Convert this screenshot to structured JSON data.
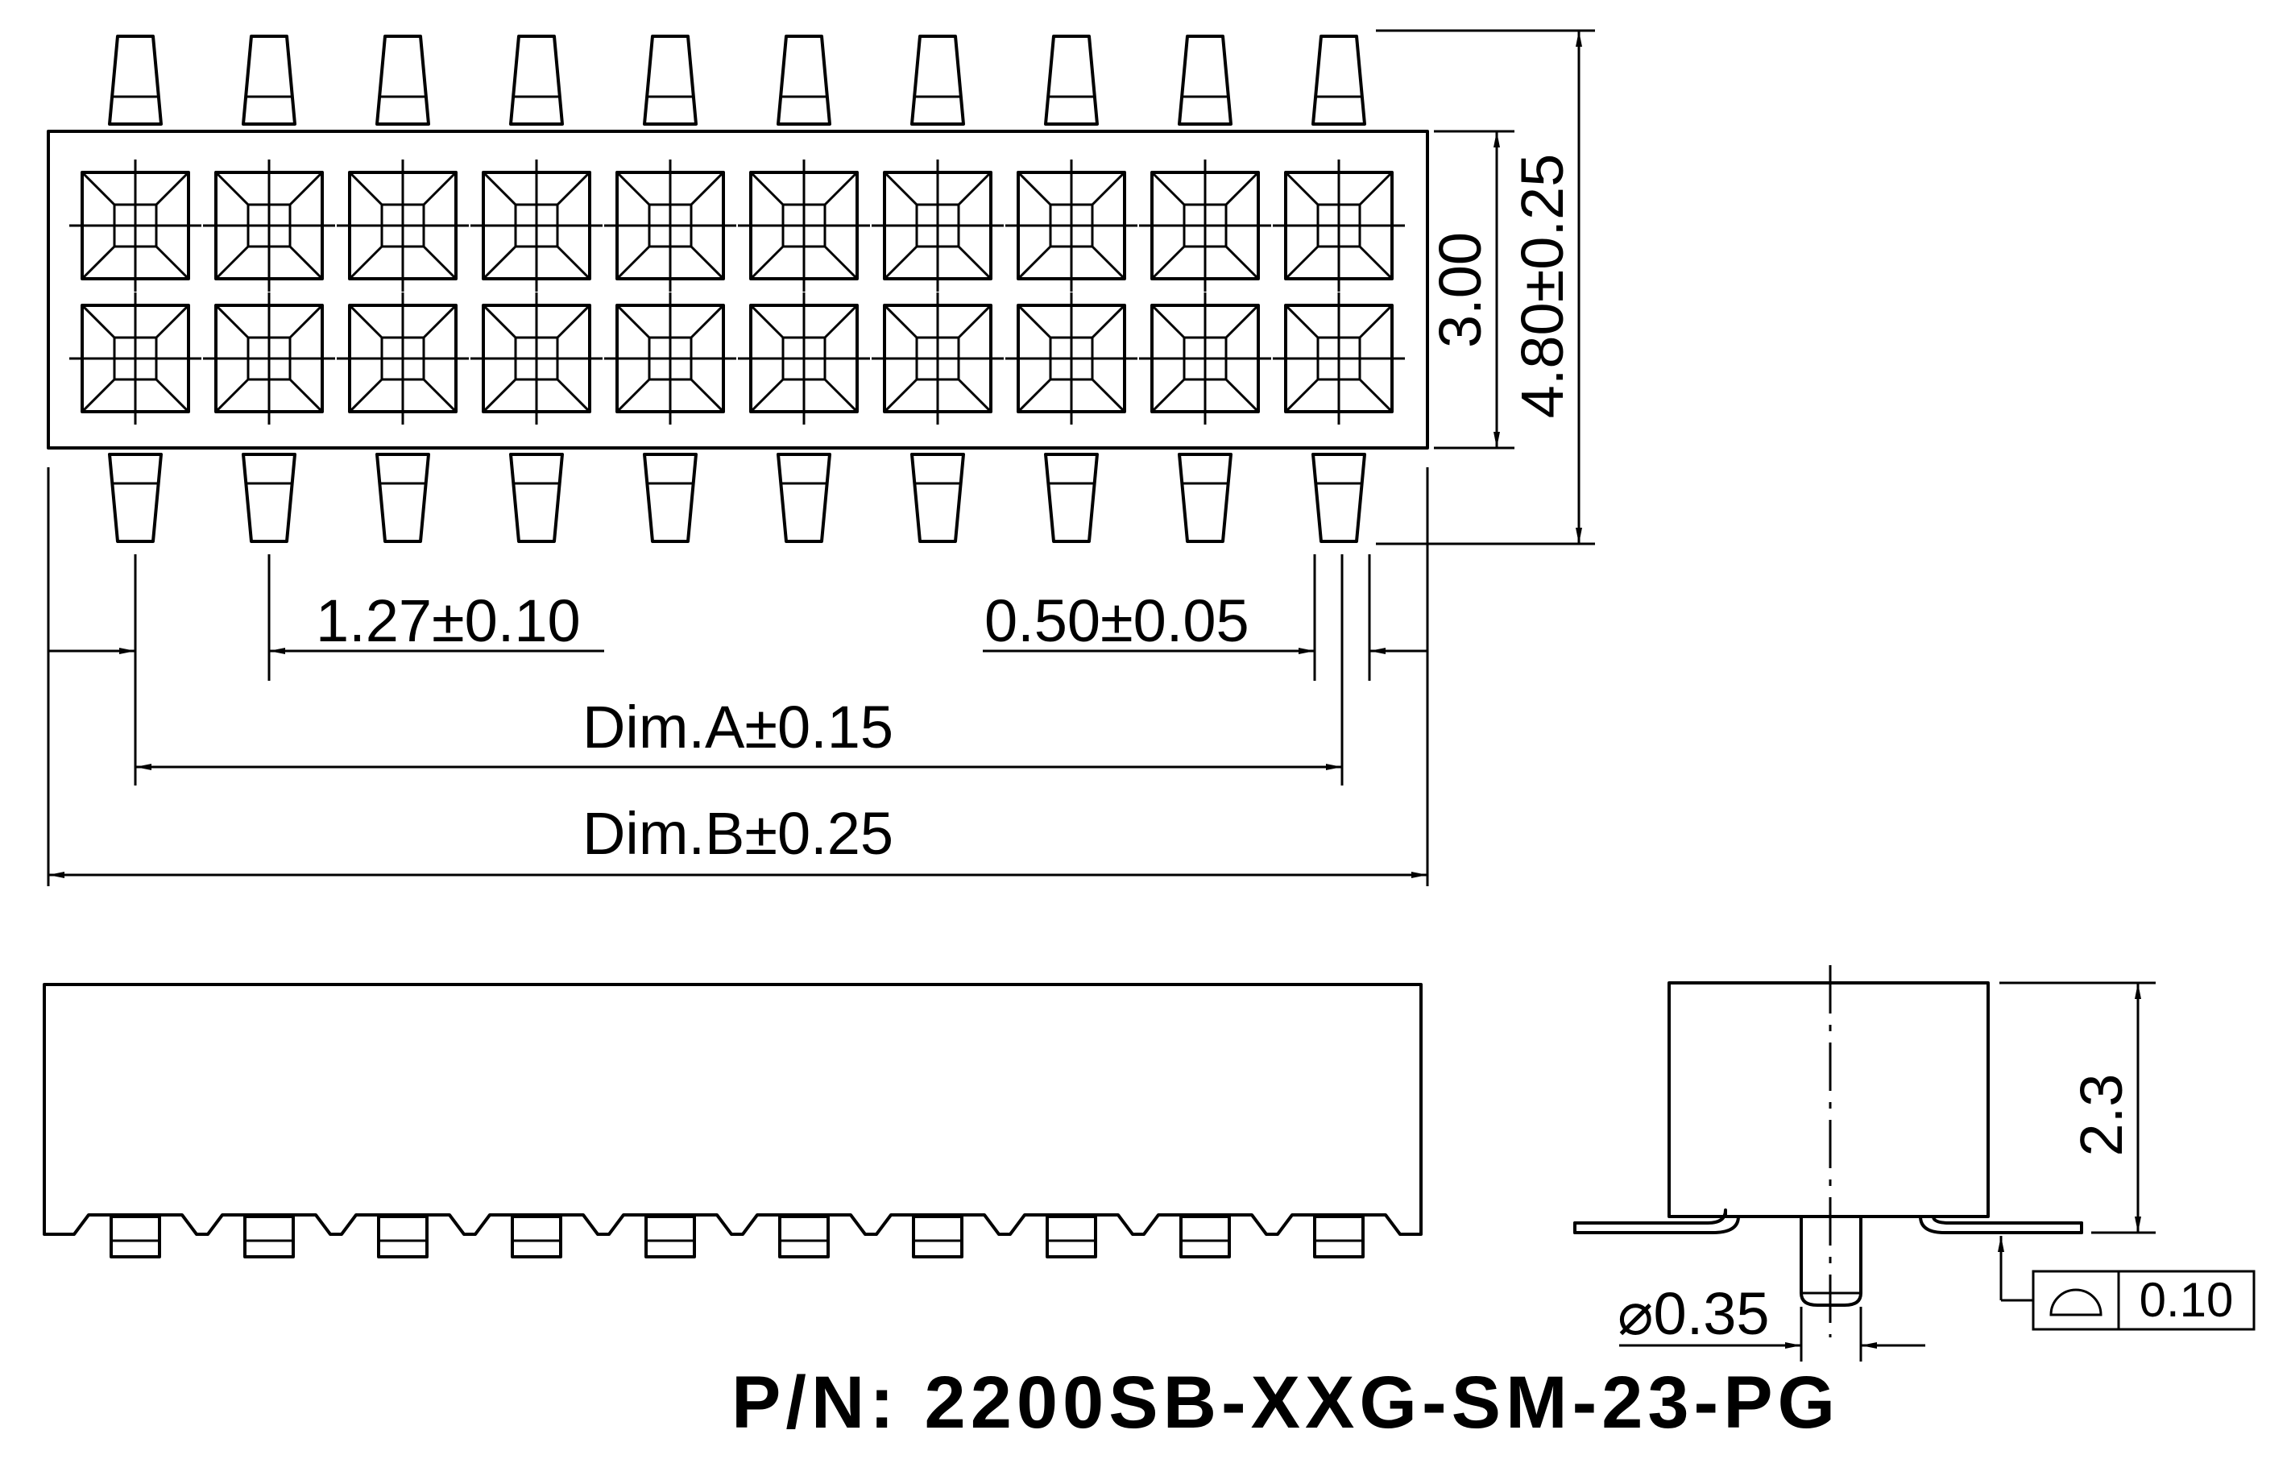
{
  "part_number": "P/N: 2200SB-XXG-SM-23-PG",
  "dimensions": {
    "pitch": "1.27±0.10",
    "pin_width": "0.50±0.05",
    "dim_a": "Dim.A±0.15",
    "dim_b": "Dim.B±0.25",
    "row_spacing": "3.00",
    "body_width": "4.80±0.25",
    "height": "2.3",
    "pin_diameter": "⌀0.35",
    "flatness_tolerance": "0.10"
  },
  "symbols": {
    "flatness_symbol": "profile-of-surface-icon"
  },
  "layout": {
    "pins_per_row": 10,
    "rows": 2
  }
}
